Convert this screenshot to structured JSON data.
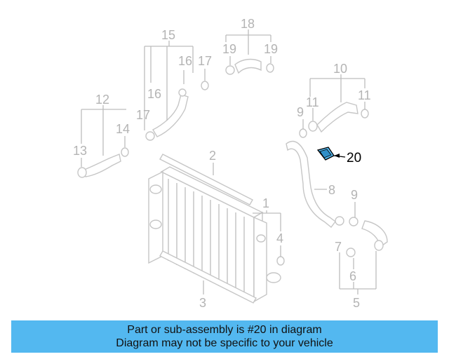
{
  "diagram": {
    "callouts": [
      "1",
      "2",
      "3",
      "4",
      "5",
      "6",
      "7",
      "8",
      "9",
      "9",
      "10",
      "11",
      "11",
      "12",
      "13",
      "14",
      "15",
      "16",
      "16",
      "17",
      "17",
      "18",
      "19",
      "19"
    ],
    "highlighted_part": "20",
    "highlight_color": "#53b8f0"
  },
  "banner": {
    "line1": "Part or sub-assembly is #20 in diagram",
    "line2": "Diagram may not be specific to your vehicle",
    "background": "#53b8f0"
  }
}
